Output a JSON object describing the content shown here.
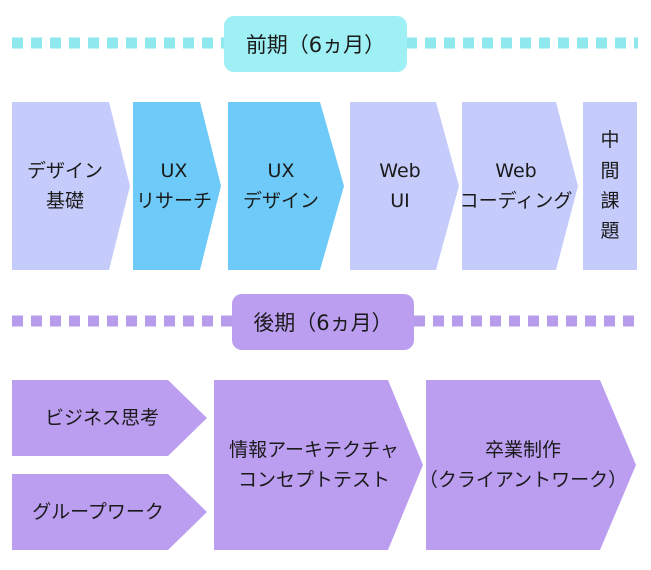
{
  "colors": {
    "first_badge": "#9ff0f4",
    "first_dots": "#8ee8ee",
    "second_badge": "#bc9ef1",
    "second_dots": "#b79cec",
    "light_blue": "#c5cbfb",
    "mid_blue": "#6ecbf9",
    "purple": "#bc9ef1"
  },
  "first_half": {
    "label": "前期（6ヵ月）",
    "steps": [
      {
        "lines": [
          "デザイン",
          "基礎"
        ]
      },
      {
        "lines": [
          "UX",
          "リサーチ"
        ]
      },
      {
        "lines": [
          "UX",
          "デザイン"
        ]
      },
      {
        "lines": [
          "Web",
          "UI"
        ]
      },
      {
        "lines": [
          "Web",
          "コーディング"
        ]
      },
      {
        "lines": [
          "中",
          "間",
          "課",
          "題"
        ]
      }
    ]
  },
  "second_half": {
    "label": "後期（6ヵ月）",
    "steps": {
      "business": "ビジネス思考",
      "group": "グループワーク",
      "ia": [
        "情報アーキテクチャ",
        "コンセプトテスト"
      ],
      "graduation": [
        "卒業制作",
        "（クライアントワーク）"
      ]
    }
  }
}
